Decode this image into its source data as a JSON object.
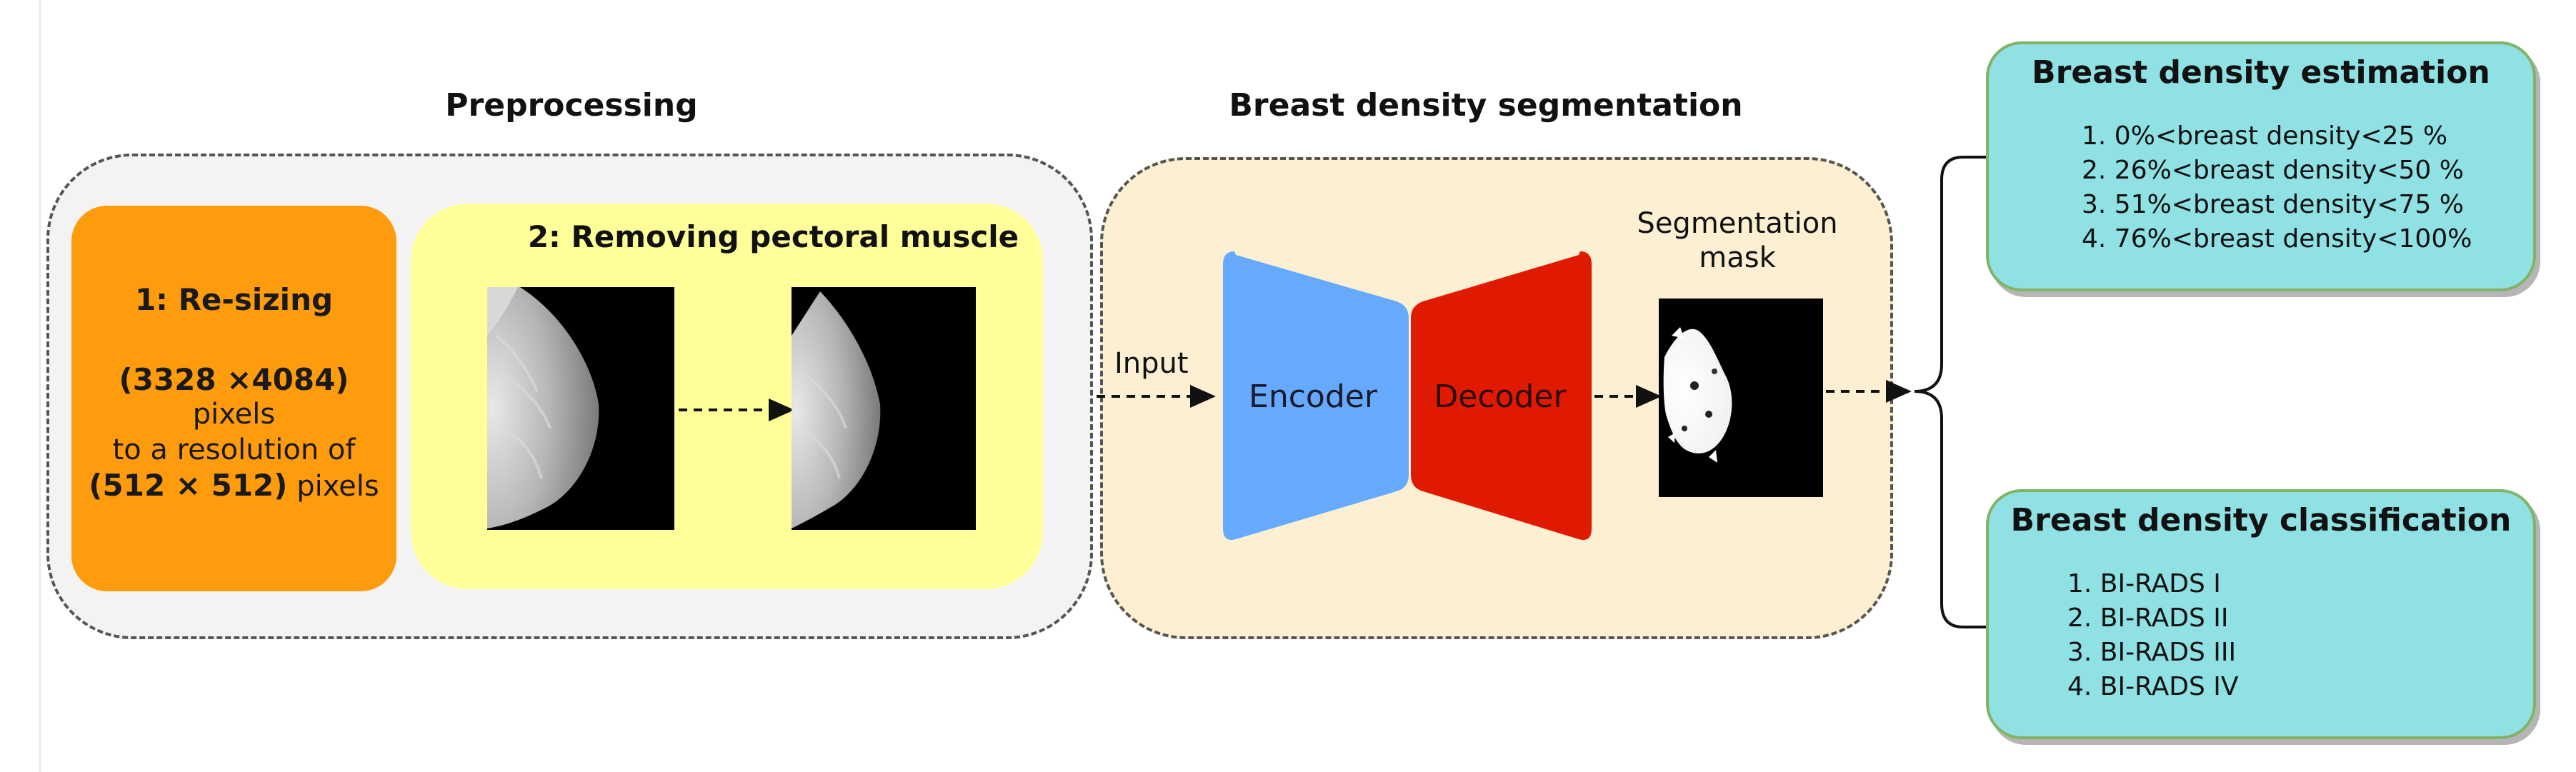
{
  "preprocessing": {
    "title": "Preprocessing",
    "resize": {
      "heading": "1: Re-sizing",
      "from_size": "(3328 ×4084)",
      "from_unit": "pixels",
      "to_text": "to a resolution of",
      "to_size": "(512 × 512)",
      "to_unit": "pixels"
    },
    "pectoral": {
      "heading": "2: Removing pectoral muscle"
    }
  },
  "segmentation": {
    "title": "Breast density segmentation",
    "input_label": "Input",
    "encoder_label": "Encoder",
    "decoder_label": "Decoder",
    "mask_label_line1": "Segmentation",
    "mask_label_line2": "mask"
  },
  "estimation": {
    "title": "Breast density estimation",
    "items": [
      "1.  0%<breast density<25 %",
      "2. 26%<breast density<50 %",
      "3.  51%<breast density<75 %",
      "4. 76%<breast density<100%"
    ]
  },
  "classification": {
    "title": "Breast density classification",
    "items": [
      "1. BI-RADS I",
      "2. BI-RADS II",
      "3. BI-RADS III",
      "4. BI-RADS IV"
    ]
  },
  "colors": {
    "resize_fill": "#ff9c0e",
    "pectoral_fill": "#ffff99",
    "preprocessing_bg": "#f3f3f3",
    "segmentation_bg": "#fdf0d2",
    "encoder_fill": "#66aaff",
    "decoder_fill": "#e01a00",
    "output_fill": "#8fe1e4",
    "output_border": "#82b366"
  }
}
